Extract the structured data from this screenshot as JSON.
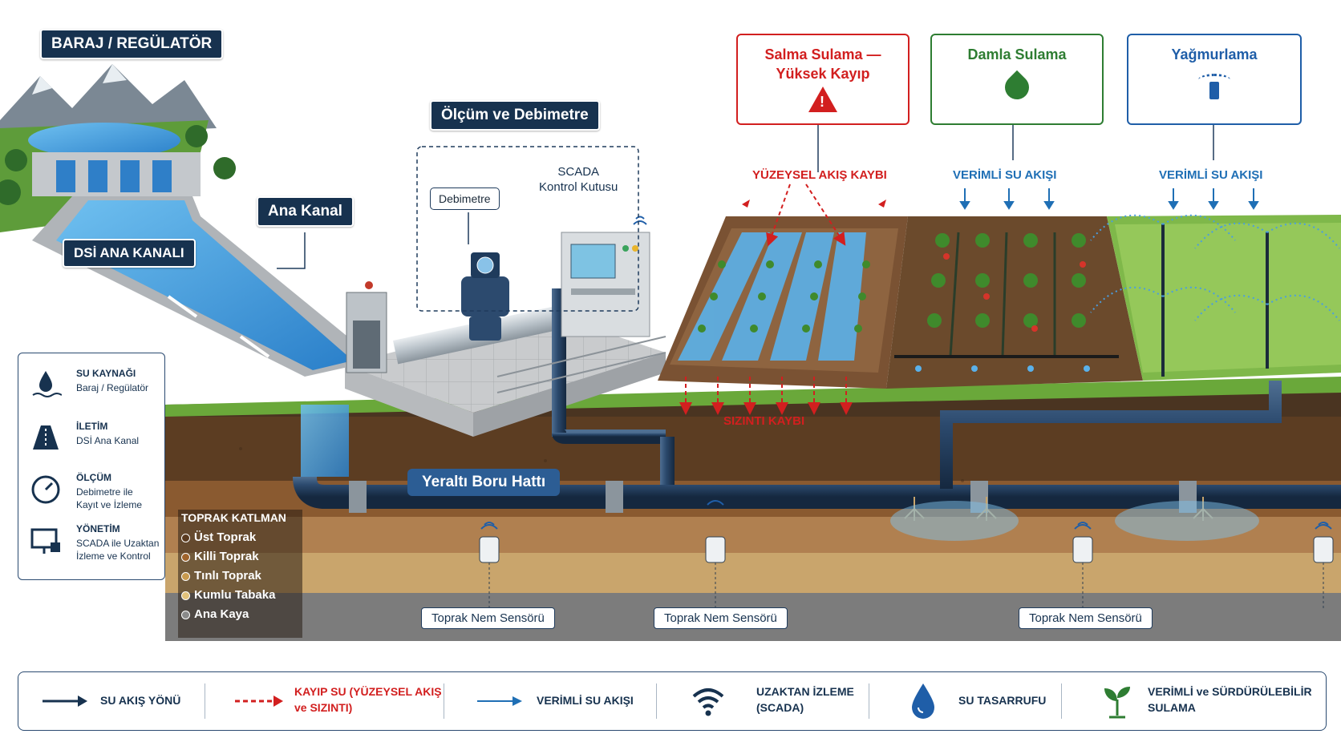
{
  "labels": {
    "dam": "BARAJ / REGÜLATÖR",
    "measure": "Ölçüm ve Debimetre",
    "main_canal": "Ana Kanal",
    "dsi_canal": "DSİ ANA KANALI",
    "flowmeter": "Debimetre",
    "scada_box": "SCADA\nKontrol Kutusu",
    "pipeline": "Yeraltı Boru Hattı",
    "seepage": "SIZINTI KAYBI"
  },
  "methods": [
    {
      "title": "Salma Sulama —\nYüksek Kayıp",
      "flow_label": "YÜZEYSEL AKIŞ KAYBI",
      "color": "#d21f1f",
      "icon": "warning-icon"
    },
    {
      "title": "Damla Sulama",
      "flow_label": "VERİMLİ SU AKIŞI",
      "color": "#2e7d32",
      "icon": "water-drop-icon"
    },
    {
      "title": "Yağmurlama",
      "flow_label": "VERİMLİ SU AKIŞI",
      "color": "#1f5ea8",
      "icon": "sprinkler-icon"
    }
  ],
  "left_legend": [
    {
      "title": "SU KAYNAĞI",
      "sub": "Baraj / Regülatör",
      "icon": "water-source-icon"
    },
    {
      "title": "İLETİM",
      "sub": "DSİ Ana Kanal",
      "icon": "canal-icon"
    },
    {
      "title": "ÖLÇÜM",
      "sub": "Debimetre ile\nKayıt ve İzleme",
      "icon": "gauge-icon"
    },
    {
      "title": "YÖNETİM",
      "sub": "SCADA ile Uzaktan\nİzleme ve Kontrol",
      "icon": "monitor-icon"
    }
  ],
  "soil": {
    "title": "TOPRAK KATLMAN",
    "layers": [
      {
        "name": "Üst Toprak",
        "color": "#5a3a1f"
      },
      {
        "name": "Killi Toprak",
        "color": "#a0642c"
      },
      {
        "name": "Tınlı Toprak",
        "color": "#c89a4e"
      },
      {
        "name": "Kumlu Tabaka",
        "color": "#e3c27a"
      },
      {
        "name": "Ana Kaya",
        "color": "#8a8a8a"
      }
    ]
  },
  "sensor_label": "Toprak Nem Sensörü",
  "bottom_legend": [
    {
      "text": "SU AKIŞ YÖNÜ",
      "icon": "navy-arrow-icon"
    },
    {
      "text": "KAYIP SU (YÜZEYSEL AKIŞ\nve SIZINTI)",
      "icon": "red-dashed-arrow-icon",
      "color": "#d21f1f"
    },
    {
      "text": "VERİMLİ SU AKIŞI",
      "icon": "blue-arrow-icon"
    },
    {
      "text": "UZAKTAN İZLEME\n(SCADA)",
      "icon": "wifi-icon"
    },
    {
      "text": "SU TASARRUFU",
      "icon": "water-drop-icon"
    },
    {
      "text": "VERİMLİ ve SÜRDÜRÜLEBİLİR\nSULAMA",
      "icon": "plant-icon"
    }
  ],
  "colors": {
    "navy": "#17324f",
    "water": "#3f9be0",
    "loss": "#d21f1f",
    "efficient": "#1f6fb5",
    "grass": "#6aa83a"
  }
}
